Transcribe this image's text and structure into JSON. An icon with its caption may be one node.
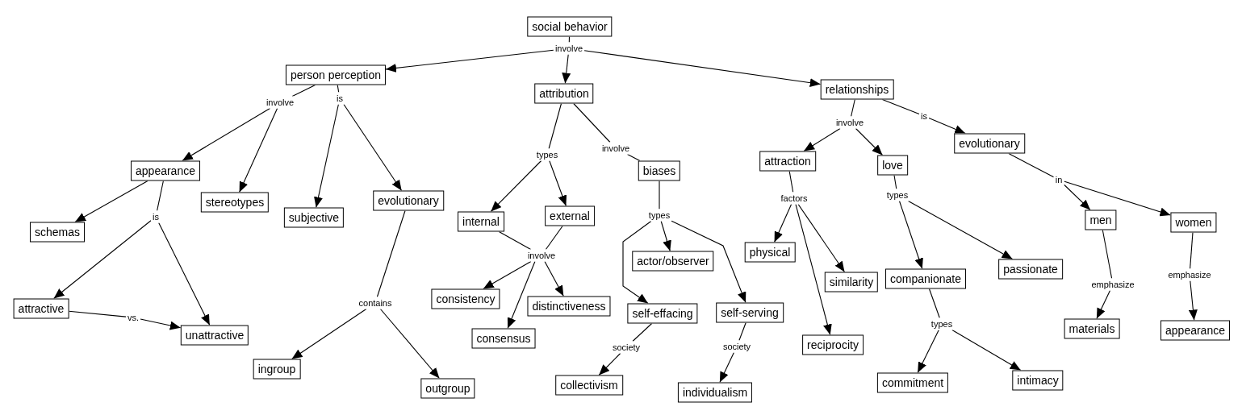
{
  "diagram": {
    "nodes": [
      {
        "text": [
          "social behavior"
        ]
      },
      {
        "text": [
          "involve"
        ]
      },
      {
        "text": [
          "person perception"
        ]
      },
      {
        "text": [
          "attribution"
        ]
      },
      {
        "text": [
          "relationships"
        ]
      },
      {
        "text": [
          "involve"
        ]
      },
      {
        "text": [
          "is"
        ]
      },
      {
        "text": [
          "types"
        ]
      },
      {
        "text": [
          "involve"
        ]
      },
      {
        "text": [
          "involve"
        ]
      },
      {
        "text": [
          "is"
        ]
      },
      {
        "text": [
          "evolutionary"
        ]
      },
      {
        "text": [
          "attraction"
        ]
      },
      {
        "text": [
          "love"
        ]
      },
      {
        "text": [
          "appearance"
        ]
      },
      {
        "text": [
          "biases"
        ]
      },
      {
        "text": [
          "stereotypes"
        ]
      },
      {
        "text": [
          "subjective"
        ]
      },
      {
        "text": [
          "evolutionary"
        ]
      },
      {
        "text": [
          "in"
        ]
      },
      {
        "text": [
          "factors"
        ]
      },
      {
        "text": [
          "types"
        ]
      },
      {
        "text": [
          "men"
        ]
      },
      {
        "text": [
          "women"
        ]
      },
      {
        "text": [
          "internal"
        ]
      },
      {
        "text": [
          "external"
        ]
      },
      {
        "text": [
          "types"
        ]
      },
      {
        "text": [
          "is"
        ]
      },
      {
        "text": [
          "schemas"
        ]
      },
      {
        "text": [
          "physical"
        ]
      },
      {
        "text": [
          "actor/observer"
        ]
      },
      {
        "text": [
          "involve"
        ]
      },
      {
        "text": [
          "passionate"
        ]
      },
      {
        "text": [
          "companionate"
        ]
      },
      {
        "text": [
          "similarity"
        ]
      },
      {
        "text": [
          "emphasize"
        ]
      },
      {
        "text": [
          "emphasize"
        ]
      },
      {
        "text": [
          "consistency"
        ]
      },
      {
        "text": [
          "distinctiveness"
        ]
      },
      {
        "text": [
          "attractive"
        ]
      },
      {
        "text": [
          "contains"
        ]
      },
      {
        "text": [
          "self-effacing"
        ]
      },
      {
        "text": [
          "self-serving"
        ]
      },
      {
        "text": [
          "vs."
        ]
      },
      {
        "text": [
          "materials"
        ]
      },
      {
        "text": [
          "appearance"
        ]
      },
      {
        "text": [
          "types"
        ]
      },
      {
        "text": [
          "consensus"
        ]
      },
      {
        "text": [
          "unattractive"
        ]
      },
      {
        "text": [
          "reciprocity"
        ]
      },
      {
        "text": [
          "society"
        ]
      },
      {
        "text": [
          "society"
        ]
      },
      {
        "text": [
          "ingroup"
        ]
      },
      {
        "text": [
          "commitment"
        ]
      },
      {
        "text": [
          "intimacy"
        ]
      },
      {
        "text": [
          "collectivism"
        ]
      },
      {
        "text": [
          "outgroup"
        ]
      },
      {
        "text": [
          "individualism"
        ]
      }
    ],
    "edges": [
      {
        "from": 0,
        "to": 1,
        "arrow": "none"
      },
      {
        "from": 1,
        "to": 2,
        "arrow": "to"
      },
      {
        "from": 1,
        "to": 3,
        "arrow": "to"
      },
      {
        "from": 1,
        "to": 4,
        "arrow": "to"
      },
      {
        "from": 2,
        "to": 5,
        "arrow": "none"
      },
      {
        "from": 2,
        "to": 6,
        "arrow": "none"
      },
      {
        "from": 5,
        "to": 14,
        "arrow": "to"
      },
      {
        "from": 5,
        "to": 16,
        "arrow": "to"
      },
      {
        "from": 6,
        "to": 17,
        "arrow": "to"
      },
      {
        "from": 6,
        "to": 18,
        "arrow": "to"
      },
      {
        "from": 3,
        "to": 7,
        "arrow": "none"
      },
      {
        "from": 3,
        "to": 8,
        "arrow": "none"
      },
      {
        "from": 8,
        "to": 15,
        "arrow": "none"
      },
      {
        "from": 7,
        "to": 24,
        "arrow": "to"
      },
      {
        "from": 7,
        "to": 25,
        "arrow": "to"
      },
      {
        "from": 4,
        "to": 9,
        "arrow": "none"
      },
      {
        "from": 4,
        "to": 10,
        "arrow": "none"
      },
      {
        "from": 10,
        "to": 11,
        "arrow": "to"
      },
      {
        "from": 9,
        "to": 12,
        "arrow": "to"
      },
      {
        "from": 9,
        "to": 13,
        "arrow": "to"
      },
      {
        "from": 11,
        "to": 19,
        "arrow": "none"
      },
      {
        "from": 19,
        "to": 22,
        "arrow": "to"
      },
      {
        "from": 19,
        "to": 23,
        "arrow": "to"
      },
      {
        "from": 12,
        "to": 20,
        "arrow": "none"
      },
      {
        "from": 20,
        "to": 29,
        "arrow": "to"
      },
      {
        "from": 20,
        "to": 34,
        "arrow": "to"
      },
      {
        "from": 20,
        "to": 49,
        "arrow": "to"
      },
      {
        "from": 13,
        "to": 21,
        "arrow": "none"
      },
      {
        "from": 21,
        "to": 33,
        "arrow": "to"
      },
      {
        "from": 21,
        "to": 32,
        "arrow": "to"
      },
      {
        "from": 33,
        "to": 46,
        "arrow": "none"
      },
      {
        "from": 46,
        "to": 53,
        "arrow": "to"
      },
      {
        "from": 46,
        "to": 54,
        "arrow": "to"
      },
      {
        "from": 22,
        "to": 36,
        "arrow": "none"
      },
      {
        "from": 36,
        "to": 44,
        "arrow": "to"
      },
      {
        "from": 23,
        "to": 35,
        "arrow": "none"
      },
      {
        "from": 35,
        "to": 45,
        "arrow": "to"
      },
      {
        "from": 24,
        "to": 31,
        "arrow": "none"
      },
      {
        "from": 25,
        "to": 31,
        "arrow": "none"
      },
      {
        "from": 31,
        "to": 37,
        "arrow": "to"
      },
      {
        "from": 31,
        "to": 47,
        "arrow": "to"
      },
      {
        "from": 31,
        "to": 38,
        "arrow": "to"
      },
      {
        "from": 15,
        "to": 26,
        "arrow": "none"
      },
      {
        "from": 26,
        "to": 30,
        "arrow": "to"
      },
      {
        "from": 26,
        "to": 41,
        "arrow": "to"
      },
      {
        "from": 26,
        "to": 42,
        "arrow": "to"
      },
      {
        "from": 41,
        "to": 50,
        "arrow": "none"
      },
      {
        "from": 50,
        "to": 55,
        "arrow": "to"
      },
      {
        "from": 42,
        "to": 51,
        "arrow": "none"
      },
      {
        "from": 51,
        "to": 57,
        "arrow": "to"
      },
      {
        "from": 14,
        "to": 28,
        "arrow": "to"
      },
      {
        "from": 14,
        "to": 27,
        "arrow": "none"
      },
      {
        "from": 27,
        "to": 39,
        "arrow": "to"
      },
      {
        "from": 27,
        "to": 48,
        "arrow": "to"
      },
      {
        "from": 39,
        "to": 43,
        "arrow": "none"
      },
      {
        "from": 43,
        "to": 48,
        "arrow": "to"
      },
      {
        "from": 18,
        "to": 40,
        "arrow": "none"
      },
      {
        "from": 40,
        "to": 52,
        "arrow": "to"
      },
      {
        "from": 40,
        "to": 56,
        "arrow": "to"
      }
    ]
  }
}
